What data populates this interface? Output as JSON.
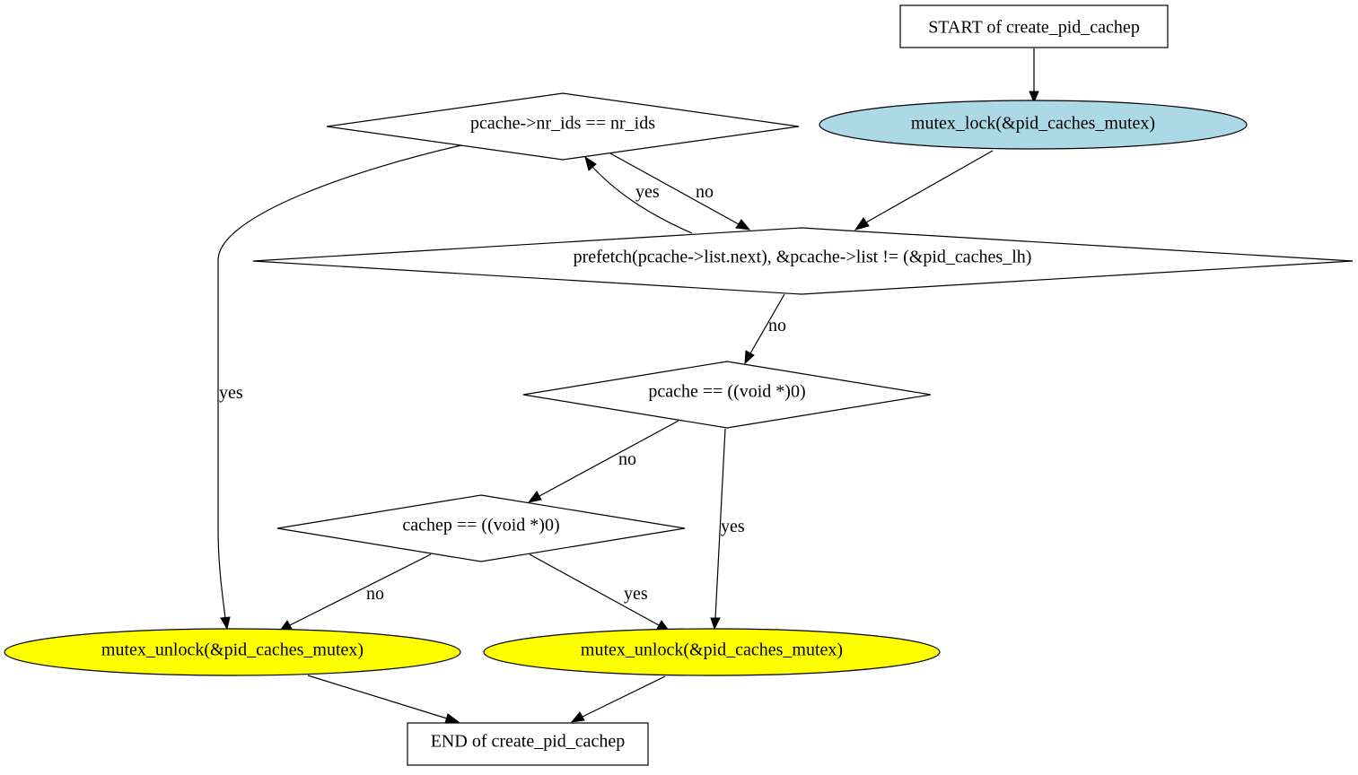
{
  "colors": {
    "background": "#ffffff",
    "lock_fill": "#add8e6",
    "unlock_fill": "#ffff00",
    "plain_fill": "#ffffff",
    "stroke": "#000000"
  },
  "nodes": {
    "start": {
      "label": "START of create_pid_cachep",
      "shape": "box"
    },
    "lock": {
      "label": "mutex_lock(&pid_caches_mutex)",
      "shape": "ellipse",
      "fill_role": "lock_fill"
    },
    "cond_nr_ids": {
      "label": "pcache->nr_ids == nr_ids",
      "shape": "diamond"
    },
    "cond_loop": {
      "label": "prefetch(pcache->list.next), &pcache->list != (&pid_caches_lh)",
      "shape": "diamond"
    },
    "cond_pcache": {
      "label": "pcache == ((void *)0)",
      "shape": "diamond"
    },
    "cond_cachep": {
      "label": "cachep == ((void *)0)",
      "shape": "diamond"
    },
    "unlock_left": {
      "label": "mutex_unlock(&pid_caches_mutex)",
      "shape": "ellipse",
      "fill_role": "unlock_fill"
    },
    "unlock_right": {
      "label": "mutex_unlock(&pid_caches_mutex)",
      "shape": "ellipse",
      "fill_role": "unlock_fill"
    },
    "end": {
      "label": "END of create_pid_cachep",
      "shape": "box"
    }
  },
  "edges": [
    {
      "id": "start-lock",
      "from": "start",
      "to": "lock",
      "label": ""
    },
    {
      "id": "lock-loop",
      "from": "lock",
      "to": "cond_loop",
      "label": ""
    },
    {
      "id": "loop-nrids-yes",
      "from": "cond_loop",
      "to": "cond_nr_ids",
      "label": "yes"
    },
    {
      "id": "nrids-loop-no",
      "from": "cond_nr_ids",
      "to": "cond_loop",
      "label": "no"
    },
    {
      "id": "nrids-unlockleft-yes",
      "from": "cond_nr_ids",
      "to": "unlock_left",
      "label": "yes"
    },
    {
      "id": "loop-pcache-no",
      "from": "cond_loop",
      "to": "cond_pcache",
      "label": "no"
    },
    {
      "id": "pcache-cachep-no",
      "from": "cond_pcache",
      "to": "cond_cachep",
      "label": "no"
    },
    {
      "id": "pcache-unlockright-yes",
      "from": "cond_pcache",
      "to": "unlock_right",
      "label": "yes"
    },
    {
      "id": "cachep-unlockleft-no",
      "from": "cond_cachep",
      "to": "unlock_left",
      "label": "no"
    },
    {
      "id": "cachep-unlockright-yes",
      "from": "cond_cachep",
      "to": "unlock_right",
      "label": "yes"
    },
    {
      "id": "unlockleft-end",
      "from": "unlock_left",
      "to": "end",
      "label": ""
    },
    {
      "id": "unlockright-end",
      "from": "unlock_right",
      "to": "end",
      "label": ""
    }
  ]
}
